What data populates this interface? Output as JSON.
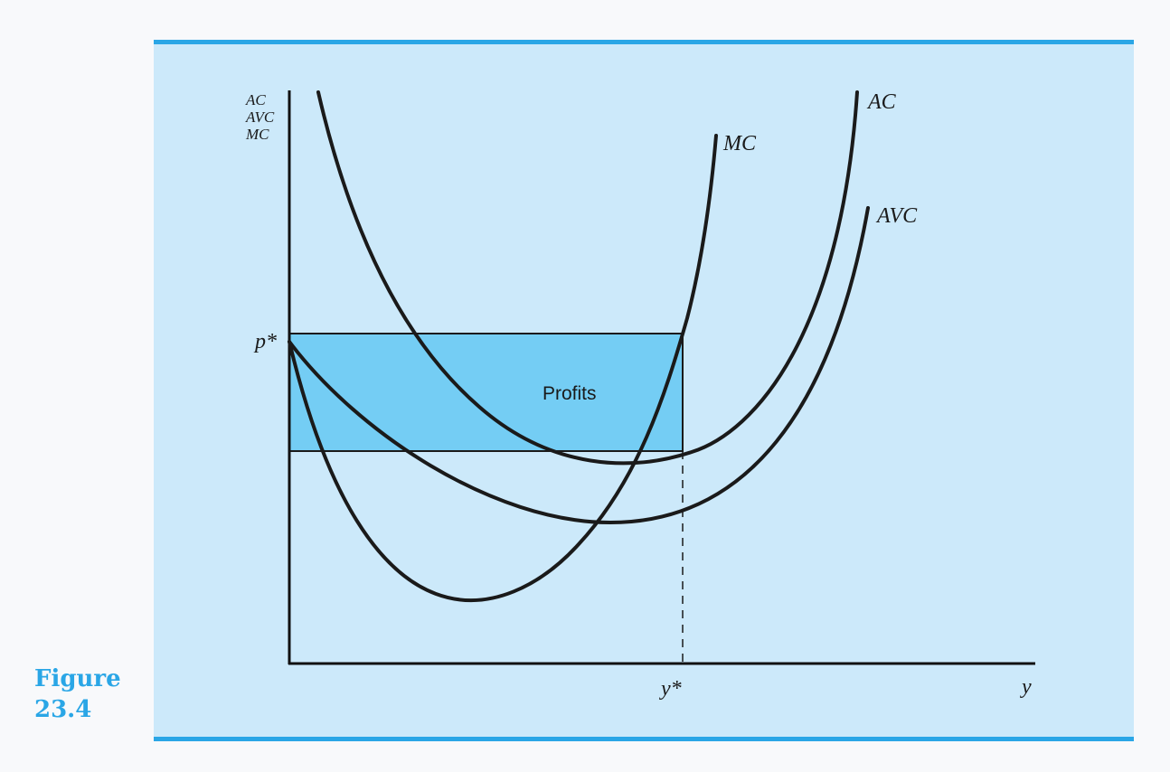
{
  "figure": {
    "label_line1": "Figure",
    "label_line2": "23.4"
  },
  "colors": {
    "panel_bg": "#cce9fa",
    "rule": "#2aa6e6",
    "profit_fill": "#74cdf4",
    "curve": "#1a1a1a"
  },
  "chart_data": {
    "type": "line",
    "ylabel_lines": [
      "AC",
      "AVC",
      "MC"
    ],
    "xlabel": "y",
    "x_tick": "y*",
    "y_tick": "p*",
    "region_label": "Profits",
    "series": [
      {
        "name": "MC"
      },
      {
        "name": "AC"
      },
      {
        "name": "AVC"
      }
    ]
  }
}
